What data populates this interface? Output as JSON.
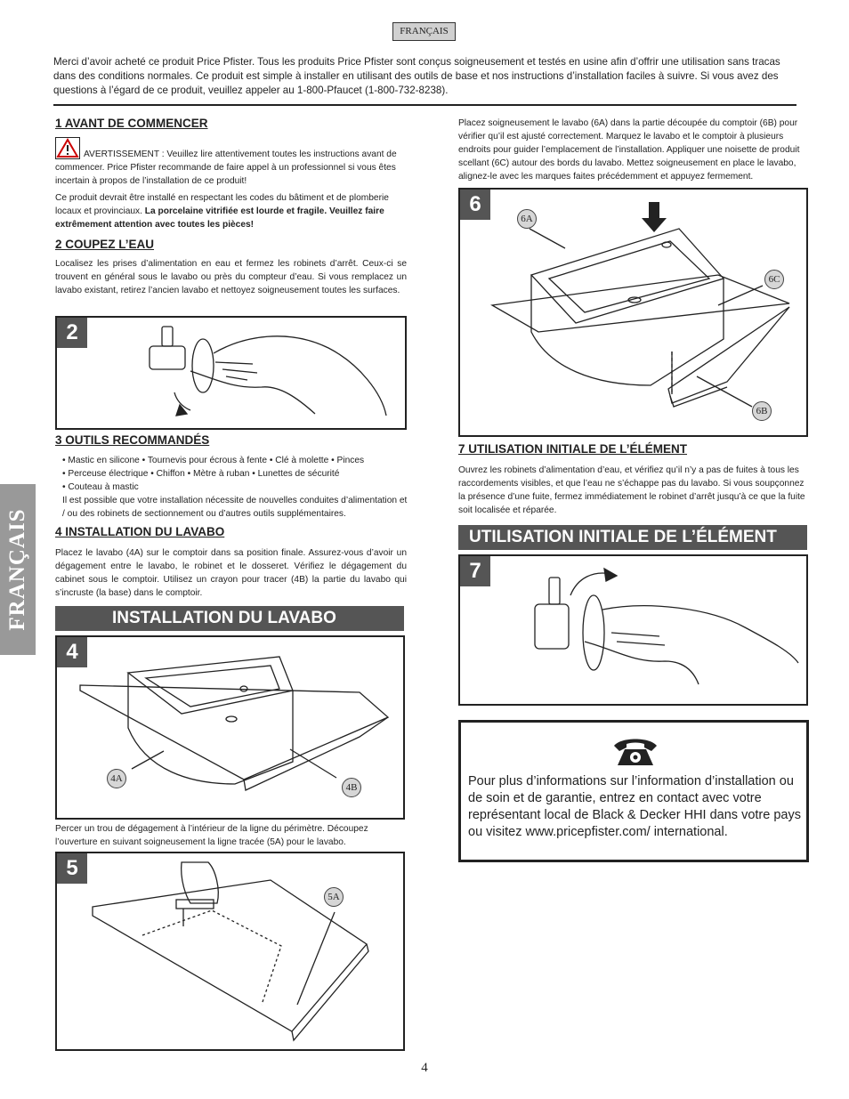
{
  "lang_tag": "FRANÇAIS",
  "side_tab": "FRANÇAIS",
  "intro": "Merci d’avoir acheté ce produit Price Pfister. Tous les produits Price Pfister sont conçus soigneusement et testés en usine afin d’offrir une utilisation sans tracas dans des conditions normales. Ce produit est simple à installer en utilisant des outils de base et nos instructions d’installation faciles à suivre. Si vous avez des questions à l’égard de ce produit, veuillez appeler au 1-800-Pfaucet (1-800-732-8238).",
  "s1": {
    "heading": "1 AVANT DE COMMENCER",
    "warning": "AVERTISSEMENT : Veuillez lire attentivement toutes les instructions avant de commencer. Price Pfister recommande de faire appel à un professionnel si vous êtes incertain à propos de l’installation de ce produit!",
    "para": "Ce produit devrait être installé en respectant les codes du bâtiment et de plomberie locaux et provinciaux. ",
    "para_bold": "La porcelaine vitrifiée est lourde et fragile. Veuillez faire extrêmement attention avec toutes les pièces!"
  },
  "s2": {
    "heading": "2 COUPEZ L’EAU",
    "para": "Localisez les prises d’alimentation en eau et fermez les robinets d’arrêt. Ceux-ci se trouvent en général sous le lavabo ou près du compteur d’eau. Si vous remplacez un lavabo existant, retirez l’ancien lavabo et nettoyez soigneusement toutes les surfaces."
  },
  "s3": {
    "heading": "3 OUTILS RECOMMANDÉS",
    "tools": [
      "• Mastic en silicone • Tournevis pour écrous à fente • Clé à molette • Pinces",
      "• Perceuse électrique • Chiffon • Mètre à ruban • Lunettes de sécurité",
      "• Couteau à mastic"
    ],
    "note": "Il est possible que votre installation nécessite de nouvelles conduites d’alimentation et / ou des robinets de sectionnement ou d’autres outils supplémentaires."
  },
  "s4": {
    "heading": "4 INSTALLATION DU LAVABO",
    "para": "Placez le lavabo (4A) sur le comptoir dans sa position finale. Assurez-vous d’avoir un dégagement entre le lavabo, le robinet et le dosseret. Vérifiez le dégagement du cabinet sous le comptoir. Utilisez un crayon pour tracer (4B) la partie du lavabo qui s’incruste (la base) dans le comptoir.",
    "bar": "INSTALLATION DU LAVABO",
    "cut_para": "Percer un trou de dégagement à l’intérieur de la ligne du périmètre. Découpez l’ouverture en suivant soigneusement la ligne tracée (5A) pour le lavabo."
  },
  "s6": {
    "para": "Placez soigneusement le lavabo (6A) dans la partie découpée du comptoir (6B) pour vérifier qu’il est ajusté correctement. Marquez le lavabo et le comptoir à plusieurs endroits pour guider l’emplacement de l’installation. Appliquer une noisette de produit scellant (6C)  autour des bords du lavabo. Mettez soigneusement en place le lavabo, alignez-le avec les marques faites précédemment et appuyez fermement."
  },
  "s7": {
    "heading": "7 UTILISATION INITIALE DE L’ÉLÉMENT",
    "para": "Ouvrez les robinets d’alimentation d’eau, et vérifiez qu’il n’y a pas de fuites à tous les raccordements visibles, et que l’eau ne s’échappe pas du lavabo. Si vous soupçonnez la présence d’une fuite, fermez immédiatement le robinet d’arrêt jusqu’à ce que la fuite soit localisée et réparée.",
    "bar": "UTILISATION INITIALE DE L’ÉLÉMENT"
  },
  "figures": {
    "f2": "2",
    "f4": "4",
    "f5": "5",
    "f6": "6",
    "f7": "7",
    "c4a": "4A",
    "c4b": "4B",
    "c5a": "5A",
    "c6a": "6A",
    "c6b": "6B",
    "c6c": "6C"
  },
  "contact": "Pour plus d’informations sur l’information d’installation ou de soin et de garantie, entrez en contact avec votre représentant local de Black & Decker HHI dans votre pays ou visitez www.pricepfister.com/ international.",
  "page_number": "4",
  "icons": {
    "warning": "warning-triangle-icon",
    "phone": "telephone-icon"
  }
}
